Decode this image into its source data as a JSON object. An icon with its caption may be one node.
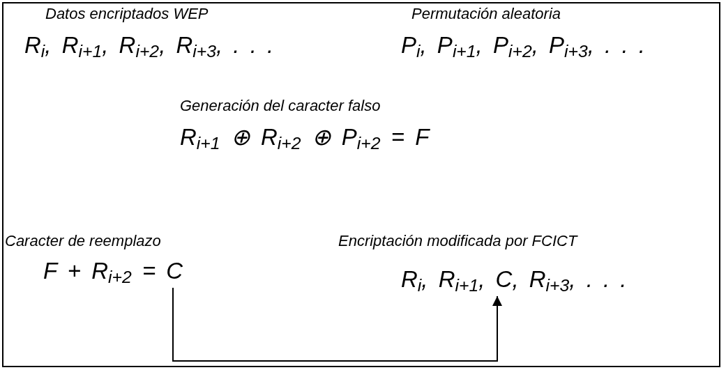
{
  "diagram": {
    "nodes": [
      {
        "text": [
          "F + R$_{i+2}$ = C"
        ]
      },
      {
        "text": [
          "R$_{i}$, R$_{i+1}$, C, R$_{i+3}$, . . ."
        ]
      }
    ],
    "edges": [
      {
        "from": 0,
        "to": 1,
        "arrow": "to"
      }
    ],
    "labels": [
      "Datos encriptados WEP",
      "Permutación aleatoria",
      "R$_{i}$, R$_{i+1}$, R$_{i+2}$, R$_{i+3}$, . . .",
      "P$_{i}$, P$_{i+1}$, P$_{i+2}$, P$_{i+3}$, . . .",
      "Generación del caracter falso",
      "R$_{i+1}$ ⊕ R$_{i+2}$ ⊕ P$_{i+2}$ = F",
      "Caracter de reemplazo",
      "Encriptación modificada por FCICT"
    ]
  }
}
